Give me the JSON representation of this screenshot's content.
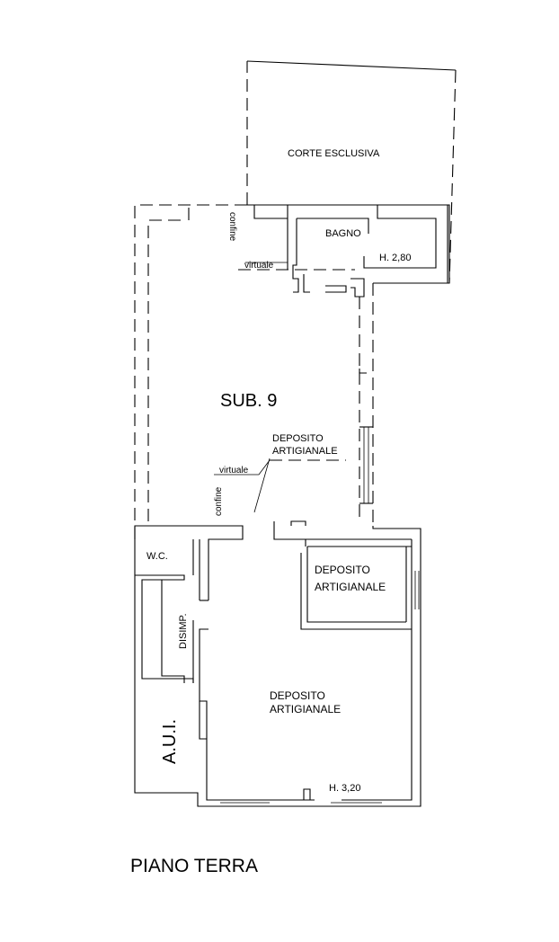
{
  "plan": {
    "title": "PIANO TERRA",
    "unit_label": "SUB. 9",
    "aui_label": "A.U.I.",
    "rooms": {
      "corte": "CORTE ESCLUSIVA",
      "bagno": "BAGNO",
      "bagno_height": "H. 2,80",
      "deposito_top_line1": "DEPOSITO",
      "deposito_top_line2": "ARTIGIANALE",
      "wc": "W.C.",
      "disimp": "DISIMP.",
      "deposito_right_line1": "DEPOSITO",
      "deposito_right_line2": "ARTIGIANALE",
      "deposito_main_line1": "DEPOSITO",
      "deposito_main_line2": "ARTIGIANALE",
      "ground_height": "H. 3,20"
    },
    "annotations": {
      "confine_top": "confine",
      "virtuale_top": "virtuale",
      "virtuale_mid": "virtuale",
      "confine_mid": "confine"
    }
  }
}
